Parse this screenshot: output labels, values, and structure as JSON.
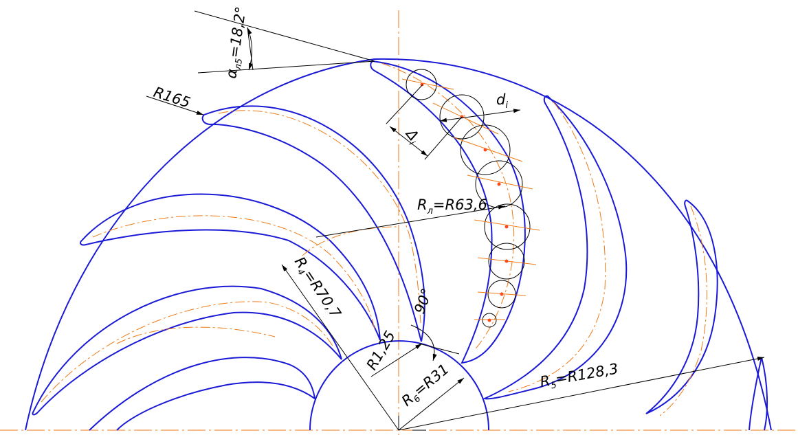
{
  "colors": {
    "outline": "#1a1ad6",
    "centerline": "#f07a14",
    "mark": "#ff4a1a",
    "dimension": "#000000"
  },
  "labels": {
    "alpha_main": "α",
    "alpha_sub": "л5",
    "alpha_value": "=18,2°",
    "r165": "R165",
    "d_main": "d",
    "d_sub": "i",
    "delta_main": "Δ",
    "delta_sub": "i",
    "rl_main": "R",
    "rl_sub": "л",
    "rl_value": "=R63,6",
    "r4_main": "R",
    "r4_sub": "4",
    "r4_value": "=R70,7",
    "angle90": "90°",
    "r125": "R1,25",
    "r6_main": "R",
    "r6_sub": "6",
    "r6_value": "=R31",
    "r5_main": "R",
    "r5_sub": "5",
    "r5_value": "=R128,3"
  }
}
